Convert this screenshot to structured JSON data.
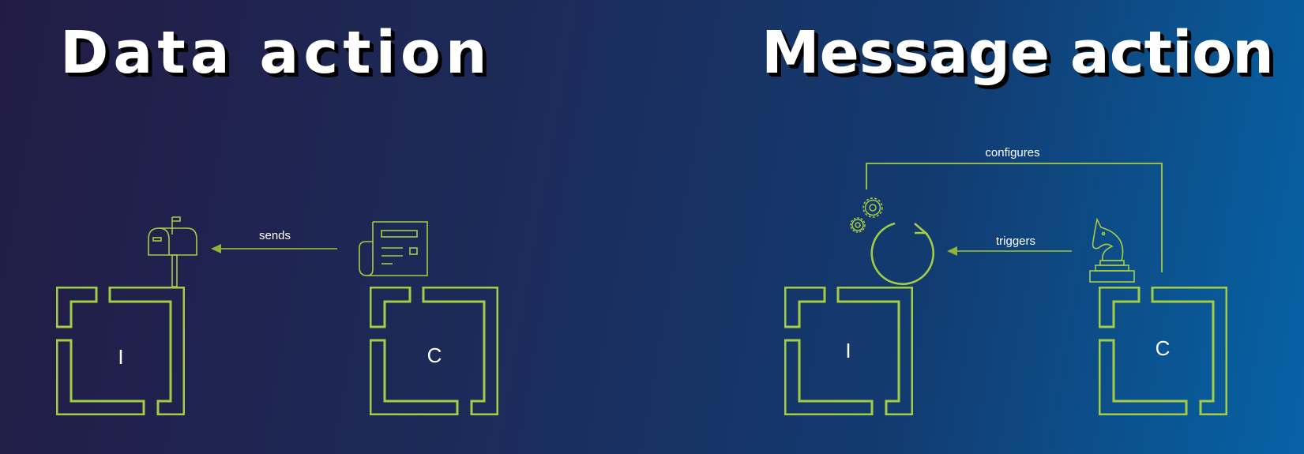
{
  "left_panel": {
    "title": "Data action",
    "box_left_label": "I",
    "box_right_label": "C",
    "arrow_label": "sends",
    "icons": [
      "mailbox-icon",
      "document-icon"
    ]
  },
  "right_panel": {
    "title": "Message action",
    "box_left_label": "I",
    "box_right_label": "C",
    "arrow_label": "triggers",
    "connector_label": "configures",
    "icons": [
      "gears-icon",
      "refresh-icon",
      "chess-knight-icon"
    ]
  },
  "colors": {
    "accent": "#a4cd45",
    "arrow": "#8db33a",
    "text": "#ffffff",
    "background_start": "#221c45",
    "background_end": "#0663a6"
  }
}
